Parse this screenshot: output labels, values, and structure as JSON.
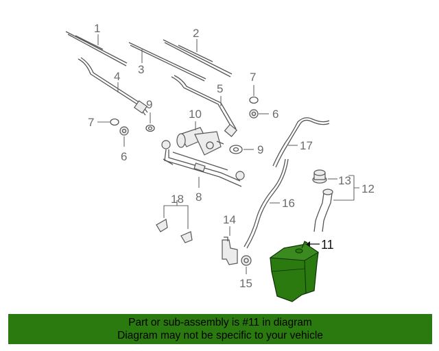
{
  "callouts": {
    "c1": "1",
    "c2": "2",
    "c3": "3",
    "c4": "4",
    "c5": "5",
    "c6a": "6",
    "c6b": "6",
    "c7a": "7",
    "c7b": "7",
    "c8": "8",
    "c9a": "9",
    "c9b": "9",
    "c10": "10",
    "c11": "11",
    "c12": "12",
    "c13": "13",
    "c14": "14",
    "c15": "15",
    "c16": "16",
    "c17": "17",
    "c18": "18"
  },
  "highlight_color": "#2a7a10",
  "banner": {
    "line1": "Part or sub-assembly is #11 in diagram",
    "line2": "Diagram may not be specific to your vehicle"
  }
}
